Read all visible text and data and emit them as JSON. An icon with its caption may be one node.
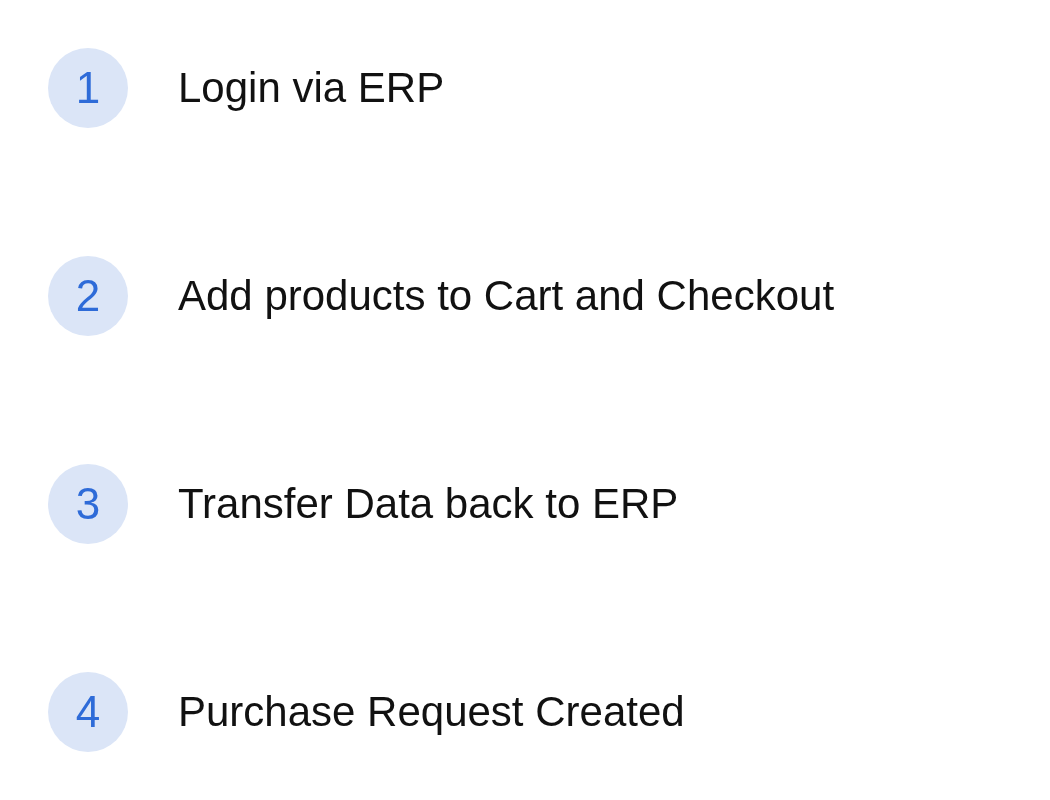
{
  "diagram": {
    "nodes": [
      {
        "text": [
          "1"
        ],
        "beside": [
          "Login via ERP"
        ]
      },
      {
        "text": [
          "2"
        ],
        "beside": [
          "Add products to Cart and Checkout"
        ]
      },
      {
        "text": [
          "3"
        ],
        "beside": [
          "Transfer Data back to ERP"
        ]
      },
      {
        "text": [
          "4"
        ],
        "beside": [
          "Purchase Request Created"
        ]
      }
    ]
  }
}
